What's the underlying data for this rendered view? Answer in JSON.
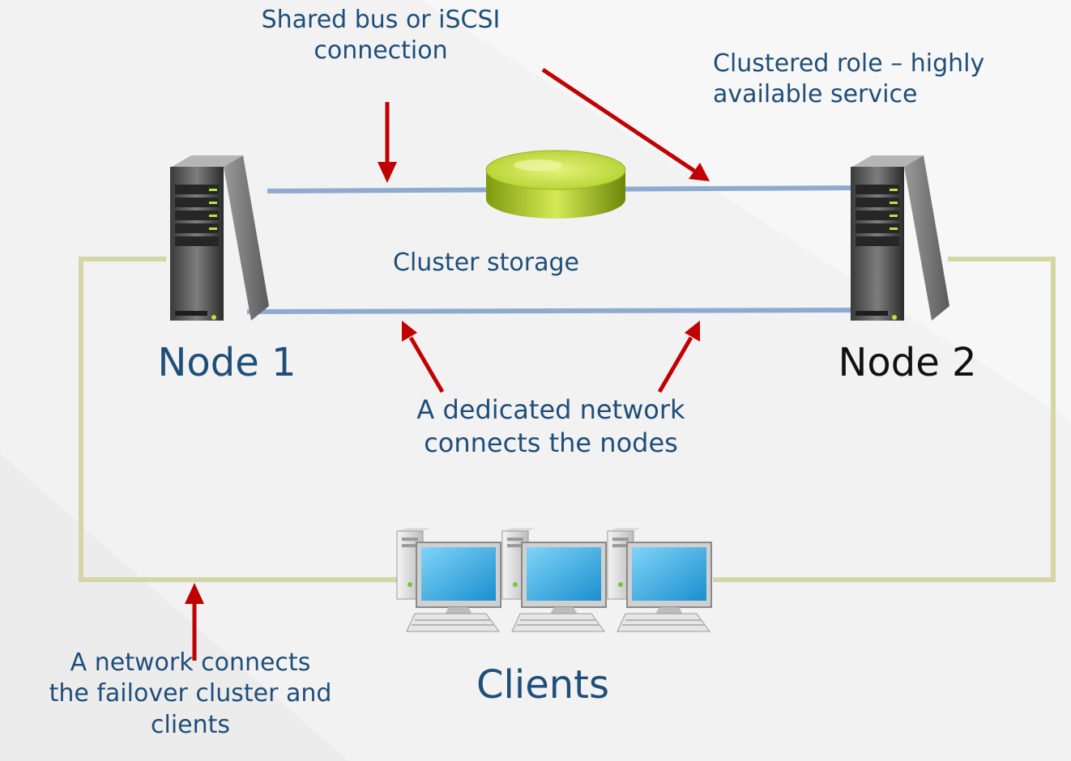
{
  "labels": {
    "shared_connection": "Shared bus or iSCSI\nconnection",
    "clustered_role": "Clustered role – highly\navailable service",
    "cluster_storage": "Cluster storage",
    "node1": "Node 1",
    "node2": "Node 2",
    "dedicated_network": "A dedicated network\nconnects the nodes",
    "clients": "Clients",
    "client_network": "A network connects\nthe failover cluster and\nclients"
  },
  "colors": {
    "storage_link": "#8eaad0",
    "client_network_link": "#d4d6a6",
    "arrow": "#c00000",
    "storage_disk": "#a8c62a",
    "label_text": "#1f4e79"
  },
  "icons": {
    "server": "server-tower-icon",
    "storage": "disk-storage-icon",
    "client": "desktop-computer-icon"
  }
}
